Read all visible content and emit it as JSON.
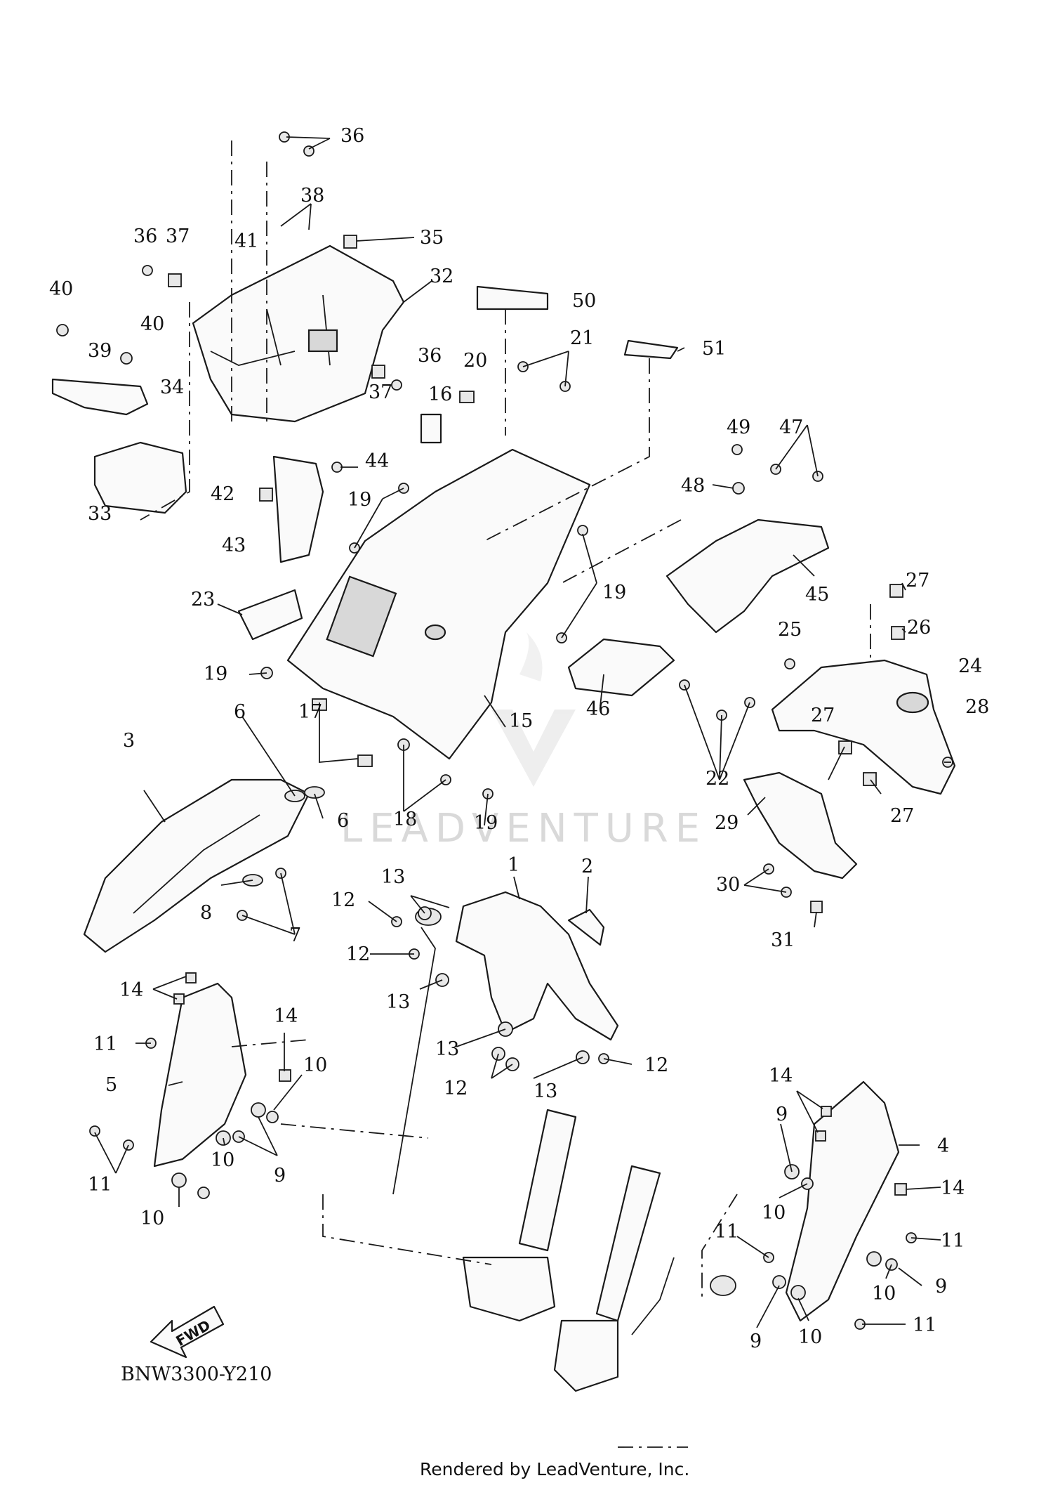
{
  "diagram_code": "BNW3300-Y210",
  "footer": "Rendered by LeadVenture, Inc.",
  "watermark": "LEADVENTURE",
  "fwd_label": "FWD",
  "callouts": [
    {
      "id": "c36a",
      "label": "36"
    },
    {
      "id": "c38",
      "label": "38"
    },
    {
      "id": "c36b",
      "label": "36"
    },
    {
      "id": "c37a",
      "label": "37"
    },
    {
      "id": "c41",
      "label": "41"
    },
    {
      "id": "c35",
      "label": "35"
    },
    {
      "id": "c32",
      "label": "32"
    },
    {
      "id": "c40a",
      "label": "40"
    },
    {
      "id": "c40b",
      "label": "40"
    },
    {
      "id": "c39",
      "label": "39"
    },
    {
      "id": "c34",
      "label": "34"
    },
    {
      "id": "c36c",
      "label": "36"
    },
    {
      "id": "c37b",
      "label": "37"
    },
    {
      "id": "c33",
      "label": "33"
    },
    {
      "id": "c50",
      "label": "50"
    },
    {
      "id": "c51",
      "label": "51"
    },
    {
      "id": "c21",
      "label": "21"
    },
    {
      "id": "c20",
      "label": "20"
    },
    {
      "id": "c16",
      "label": "16"
    },
    {
      "id": "c44",
      "label": "44"
    },
    {
      "id": "c42",
      "label": "42"
    },
    {
      "id": "c43",
      "label": "43"
    },
    {
      "id": "c19a",
      "label": "19"
    },
    {
      "id": "c49",
      "label": "49"
    },
    {
      "id": "c47",
      "label": "47"
    },
    {
      "id": "c48",
      "label": "48"
    },
    {
      "id": "c45",
      "label": "45"
    },
    {
      "id": "c19b",
      "label": "19"
    },
    {
      "id": "c23",
      "label": "23"
    },
    {
      "id": "c27a",
      "label": "27"
    },
    {
      "id": "c26",
      "label": "26"
    },
    {
      "id": "c25",
      "label": "25"
    },
    {
      "id": "c24",
      "label": "24"
    },
    {
      "id": "c19c",
      "label": "19"
    },
    {
      "id": "c15",
      "label": "15"
    },
    {
      "id": "c46",
      "label": "46"
    },
    {
      "id": "c28",
      "label": "28"
    },
    {
      "id": "c17",
      "label": "17"
    },
    {
      "id": "c27b",
      "label": "27"
    },
    {
      "id": "c6a",
      "label": "6"
    },
    {
      "id": "c3",
      "label": "3"
    },
    {
      "id": "c22",
      "label": "22"
    },
    {
      "id": "c27c",
      "label": "27"
    },
    {
      "id": "c18",
      "label": "18"
    },
    {
      "id": "c19d",
      "label": "19"
    },
    {
      "id": "c6b",
      "label": "6"
    },
    {
      "id": "c29",
      "label": "29"
    },
    {
      "id": "c1",
      "label": "1"
    },
    {
      "id": "c2",
      "label": "2"
    },
    {
      "id": "c13a",
      "label": "13"
    },
    {
      "id": "c30",
      "label": "30"
    },
    {
      "id": "c12a",
      "label": "12"
    },
    {
      "id": "c8",
      "label": "8"
    },
    {
      "id": "c7",
      "label": "7"
    },
    {
      "id": "c31",
      "label": "31"
    },
    {
      "id": "c12b",
      "label": "12"
    },
    {
      "id": "c14a",
      "label": "14"
    },
    {
      "id": "c13b",
      "label": "13"
    },
    {
      "id": "c14b",
      "label": "14"
    },
    {
      "id": "c11a",
      "label": "11"
    },
    {
      "id": "c13c",
      "label": "13"
    },
    {
      "id": "c12c",
      "label": "12"
    },
    {
      "id": "c10a",
      "label": "10"
    },
    {
      "id": "c12d",
      "label": "12"
    },
    {
      "id": "c13d",
      "label": "13"
    },
    {
      "id": "c5",
      "label": "5"
    },
    {
      "id": "c14c",
      "label": "14"
    },
    {
      "id": "c4",
      "label": "4"
    },
    {
      "id": "c9a",
      "label": "9"
    },
    {
      "id": "c10b",
      "label": "10"
    },
    {
      "id": "c9b",
      "label": "9"
    },
    {
      "id": "c11b",
      "label": "11"
    },
    {
      "id": "c10c",
      "label": "10"
    },
    {
      "id": "c14d",
      "label": "14"
    },
    {
      "id": "c10d",
      "label": "10"
    },
    {
      "id": "c11c",
      "label": "11"
    },
    {
      "id": "c11d",
      "label": "11"
    },
    {
      "id": "c10e",
      "label": "10"
    },
    {
      "id": "c9c",
      "label": "9"
    },
    {
      "id": "c11e",
      "label": "11"
    },
    {
      "id": "c9d",
      "label": "9"
    },
    {
      "id": "c10f",
      "label": "10"
    }
  ]
}
